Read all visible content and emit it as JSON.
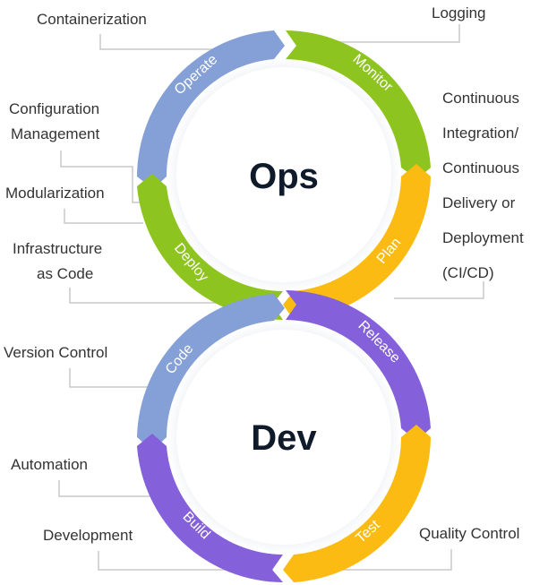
{
  "colors": {
    "blue": "#85a0d6",
    "green": "#8ec41f",
    "yellow": "#fbbb12",
    "purple": "#8560db",
    "connector": "#c8c8c8"
  },
  "ops": {
    "title": "Ops",
    "segments": {
      "operate": "Operate",
      "monitor": "Monitor",
      "plan": "Plan",
      "deploy": "Deploy"
    }
  },
  "dev": {
    "title": "Dev",
    "segments": {
      "code": "Code",
      "release": "Release",
      "test": "Test",
      "build": "Build"
    }
  },
  "labels": {
    "containerization": "Containerization",
    "logging": "Logging",
    "config_line1": "Configuration",
    "config_line2": "Management",
    "modularization": "Modularization",
    "iac_line1": "Infrastructure",
    "iac_line2": "as Code",
    "cicd_line1": "Continuous",
    "cicd_line2": "Integration/",
    "cicd_line3": "Continuous",
    "cicd_line4": "Delivery or",
    "cicd_line5": "Deployment",
    "cicd_line6": "(CI/CD)",
    "version_control": "Version Control",
    "automation": "Automation",
    "development": "Development",
    "quality_control": "Quality Control"
  }
}
